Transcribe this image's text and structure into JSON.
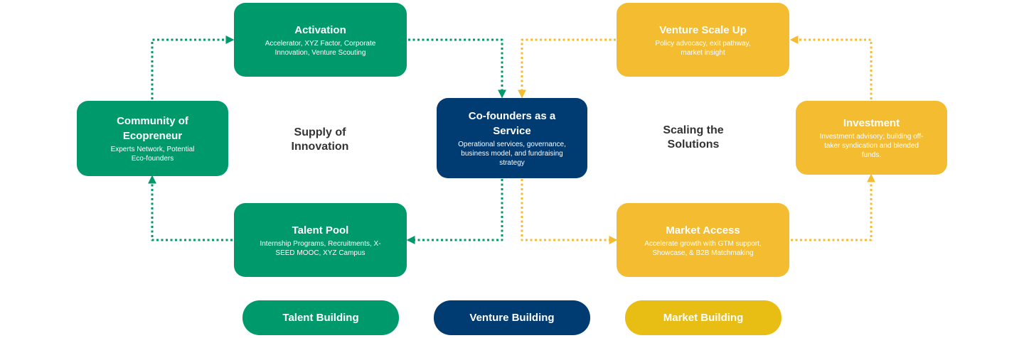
{
  "colors": {
    "green": "#00996b",
    "yellow": "#f4bc30",
    "navy": "#003b72",
    "market_pill": "#e8bd14"
  },
  "nodes": {
    "activation": {
      "title": "Activation",
      "desc": "Accelerator, XYZ Factor, Corporate Innovation, Venture Scouting"
    },
    "community": {
      "title": "Community of Ecopreneur",
      "desc": "Experts Network, Potential Eco-founders"
    },
    "talent_pool": {
      "title": "Talent Pool",
      "desc": "Internship Programs, Recruitments, X-SEED MOOC, XYZ Campus"
    },
    "cofounders": {
      "title": "Co-founders as a Service",
      "desc": "Operational services, governance, business model, and fundraising strategy"
    },
    "venture_scale_up": {
      "title": "Venture Scale Up",
      "desc": "Policy advocacy, exit pathway, market insight"
    },
    "investment": {
      "title": "Investment",
      "desc": "Investment advisory; building off-taker syndication and blended funds."
    },
    "market_access": {
      "title": "Market Access",
      "desc": "Accelerate growth with GTM support, Showcase, & B2B Matchmaking"
    }
  },
  "labels": {
    "supply": "Supply of Innovation",
    "scaling": "Scaling the Solutions"
  },
  "categories": {
    "talent": "Talent Building",
    "venture": "Venture Building",
    "market": "Market Building"
  }
}
